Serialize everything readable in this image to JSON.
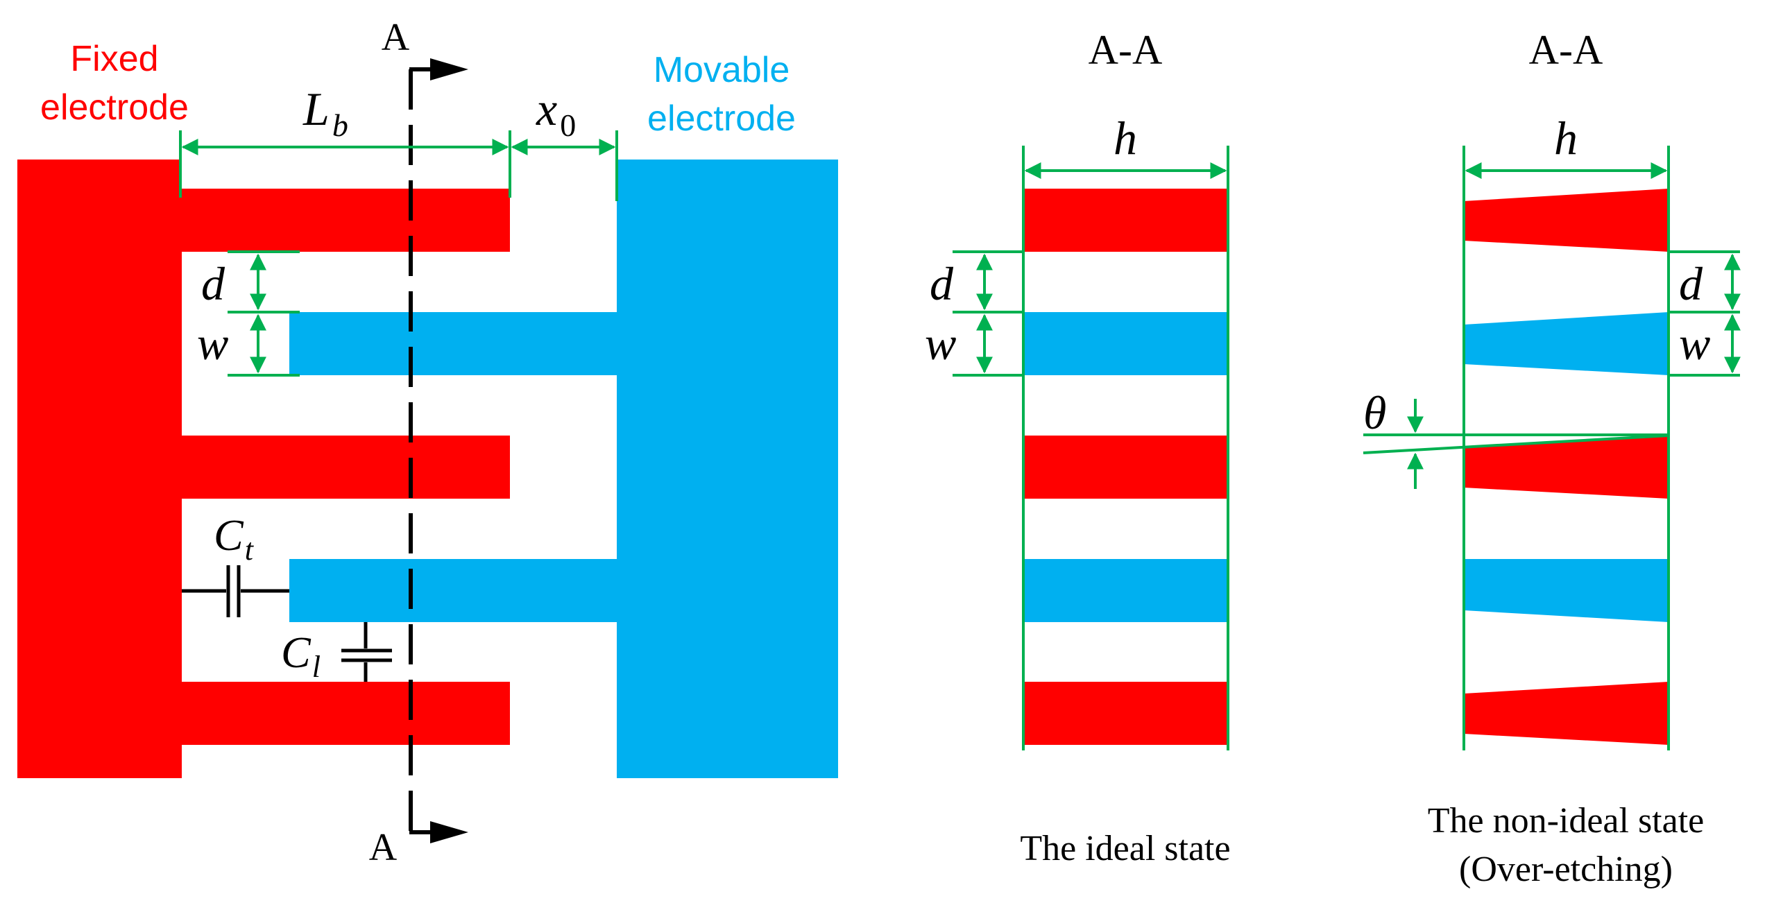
{
  "colors": {
    "fixed": "#ff0000",
    "movable": "#00b0f0",
    "dimension": "#00b050",
    "outline": "#000000"
  },
  "labels": {
    "fixed_line1": "Fixed",
    "fixed_line2": "electrode",
    "movable_line1": "Movable",
    "movable_line2": "electrode",
    "section_top": "A",
    "section_bottom": "A",
    "Lb_main": "L",
    "Lb_sub": "b",
    "x0_main": "x",
    "x0_sub": "0",
    "d": "d",
    "w": "w",
    "Ct_main": "C",
    "Ct_sub": "t",
    "Cl_main": "C",
    "Cl_sub": "l"
  },
  "ideal": {
    "title": "A-A",
    "h": "h",
    "d": "d",
    "w": "w",
    "caption": "The ideal state"
  },
  "nonideal": {
    "title": "A-A",
    "h": "h",
    "d": "d",
    "w": "w",
    "theta": "θ",
    "caption_line1": "The non-ideal state",
    "caption_line2": "(Over-etching)"
  }
}
